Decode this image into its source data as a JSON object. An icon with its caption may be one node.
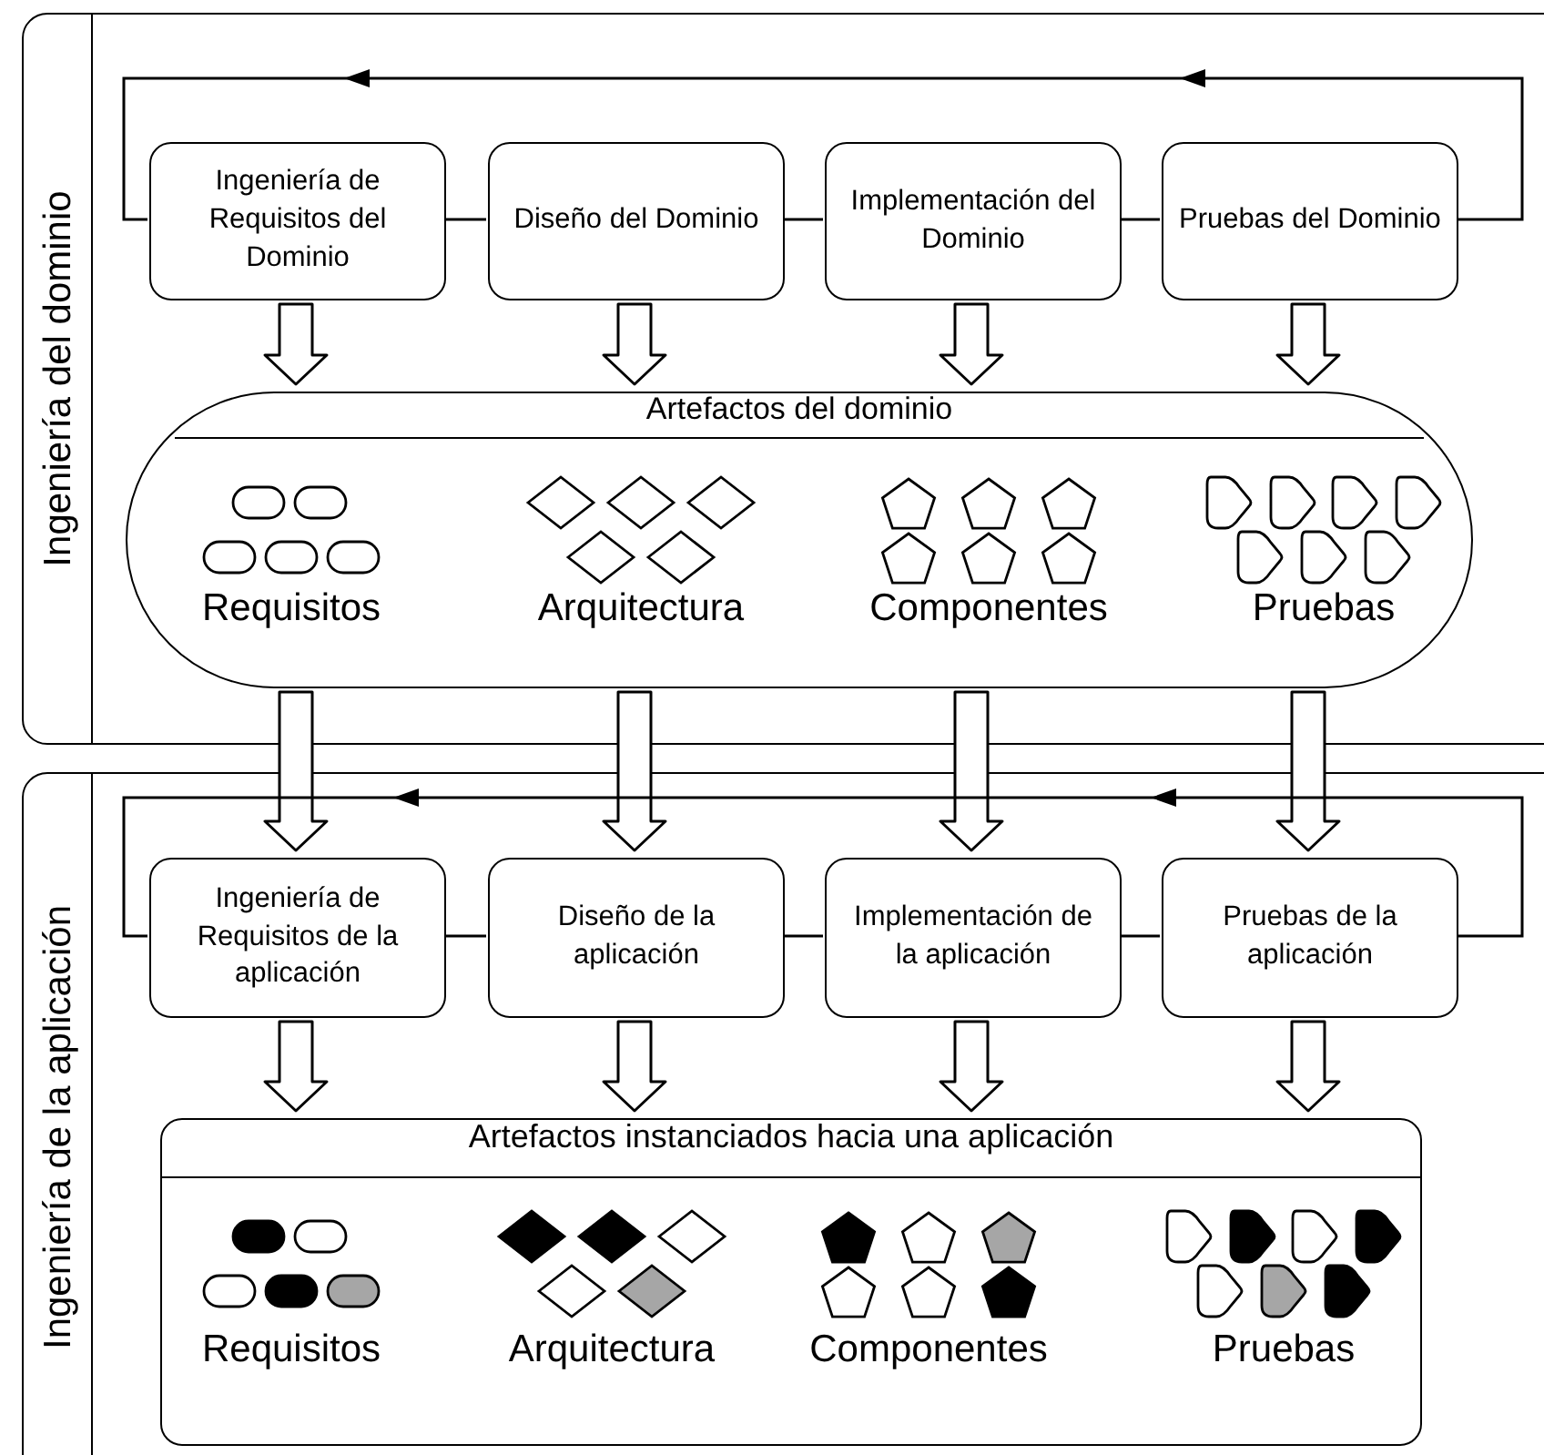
{
  "diagram": {
    "nodes": [
      {
        "text": [
          "Ingeniería del dominio"
        ]
      },
      {
        "text": [
          "Ingeniería de Requisitos del Dominio"
        ],
        "in": 0
      },
      {
        "text": [
          "Diseño del Dominio"
        ],
        "in": 0
      },
      {
        "text": [
          "Implementación del Dominio"
        ],
        "in": 0
      },
      {
        "text": [
          "Pruebas del Dominio"
        ],
        "in": 0
      },
      {
        "text": [
          "Artefactos del dominio",
          "Requisitos",
          "Arquitectura",
          "Componentes",
          "Pruebas"
        ],
        "in": 0
      },
      {
        "text": [
          "Ingeniería de la aplicación"
        ]
      },
      {
        "text": [
          "Ingeniería de Requisitos de la aplicación"
        ],
        "in": 6
      },
      {
        "text": [
          "Diseño de la aplicación"
        ],
        "in": 6
      },
      {
        "text": [
          "Implementación de la aplicación"
        ],
        "in": 6
      },
      {
        "text": [
          "Pruebas de la aplicación"
        ],
        "in": 6
      },
      {
        "text": [
          "Artefactos instanciados hacia una aplicación",
          "Requisitos",
          "Arquitectura",
          "Componentes",
          "Pruebas"
        ],
        "in": 6
      }
    ],
    "edges": [
      {
        "from": 1,
        "to": 2,
        "arrow": "none"
      },
      {
        "from": 2,
        "to": 3,
        "arrow": "none"
      },
      {
        "from": 3,
        "to": 4,
        "arrow": "none"
      },
      {
        "from": 4,
        "to": 1,
        "arrow": "to"
      },
      {
        "from": 1,
        "to": 5,
        "arrow": "to",
        "style": "thick"
      },
      {
        "from": 2,
        "to": 5,
        "arrow": "to",
        "style": "thick"
      },
      {
        "from": 3,
        "to": 5,
        "arrow": "to",
        "style": "thick"
      },
      {
        "from": 4,
        "to": 5,
        "arrow": "to",
        "style": "thick"
      },
      {
        "from": 5,
        "to": 7,
        "arrow": "to",
        "style": "thick"
      },
      {
        "from": 5,
        "to": 8,
        "arrow": "to",
        "style": "thick"
      },
      {
        "from": 5,
        "to": 9,
        "arrow": "to",
        "style": "thick"
      },
      {
        "from": 5,
        "to": 10,
        "arrow": "to",
        "style": "thick"
      },
      {
        "from": 7,
        "to": 8,
        "arrow": "none"
      },
      {
        "from": 8,
        "to": 9,
        "arrow": "none"
      },
      {
        "from": 9,
        "to": 10,
        "arrow": "none"
      },
      {
        "from": 10,
        "to": 7,
        "arrow": "to"
      },
      {
        "from": 7,
        "to": 11,
        "arrow": "to",
        "style": "thick"
      },
      {
        "from": 8,
        "to": 11,
        "arrow": "to",
        "style": "thick"
      },
      {
        "from": 9,
        "to": 11,
        "arrow": "to",
        "style": "thick"
      },
      {
        "from": 10,
        "to": 11,
        "arrow": "to",
        "style": "thick"
      }
    ]
  }
}
